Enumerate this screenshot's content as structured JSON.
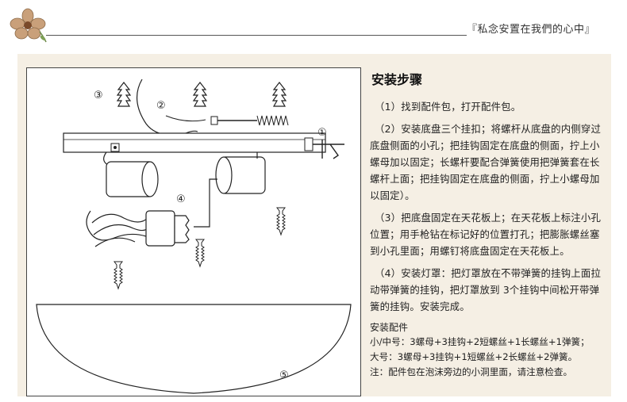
{
  "header": {
    "slogan": "『私念安置在我們的心中』"
  },
  "diagram": {
    "labels": {
      "n1": "①",
      "n2": "②",
      "n3": "③",
      "n4": "④",
      "n5": "⑤"
    }
  },
  "instructions": {
    "title": "安装步骤",
    "steps": [
      "（1）找到配件包，打开配件包。",
      "（2）安装底盘三个挂扣；将螺杆从底盘的内侧穿过底盘侧面的小孔；把挂钩固定在底盘的侧面，拧上小螺母加以固定；长螺杆要配合弹簧使用把弹簧套在长螺杆上面；把挂钩固定在底盘的侧面，拧上小螺母加以固定）。",
      "（3）把底盘固定在天花板上；在天花板上标注小孔位置；用手枪钻在标记好的位置打孔；把膨胀螺丝塞到小孔里面；用螺钉将底盘固定在天花板上。",
      "（4）安装灯罩：把灯罩放在不带弹簧的挂钩上面拉动带弹簧的挂钩，把灯罩放到 3个挂钩中间松开带弹簧的挂钩。安装完成。"
    ],
    "parts_title": "安装配件",
    "parts": [
      "小/中号：3螺母+3挂钩+2短螺丝+1长螺丝+1弹簧；",
      "大号：3螺母+3挂钩+1短螺丝+2长螺丝+2弹簧。",
      "注：配件包在泡沫旁边的小洞里面，请注意检查。"
    ]
  }
}
